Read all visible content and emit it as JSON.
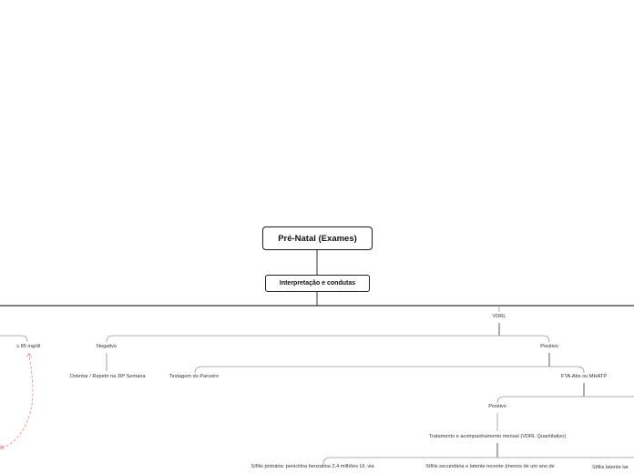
{
  "root": {
    "title": "Pré-Natal (Exames)"
  },
  "nodes": {
    "interpretacao": "Interpretação e condutas",
    "glicemia_threshold": "≥ 85 mg/dl",
    "vdrl": "VDRL",
    "vdrl_negativo": "Negativo",
    "orientar": "Orientar / Repetir na 30ª Semana",
    "vdrl_positivo": "Positivo",
    "testagem": "Testagem do Parceiro",
    "fta": "FTA-Abs ou MHATP",
    "fta_positivo": "Positivo",
    "tratamento": "Tratamento e acompanhamento mensal (VDRL Quantitativo)",
    "sifilis_primaria": "Sífilis primária: penicilina benzatina 2,4 milhões UI, via",
    "sifilis_secundaria": "Sífilis secundária e latente recente (menos de um ano de",
    "sifilis_latente": "Sífilis latente tar"
  },
  "colors": {
    "main_line": "#333333",
    "branch_line": "#999999",
    "relation_line": "#f08080"
  }
}
